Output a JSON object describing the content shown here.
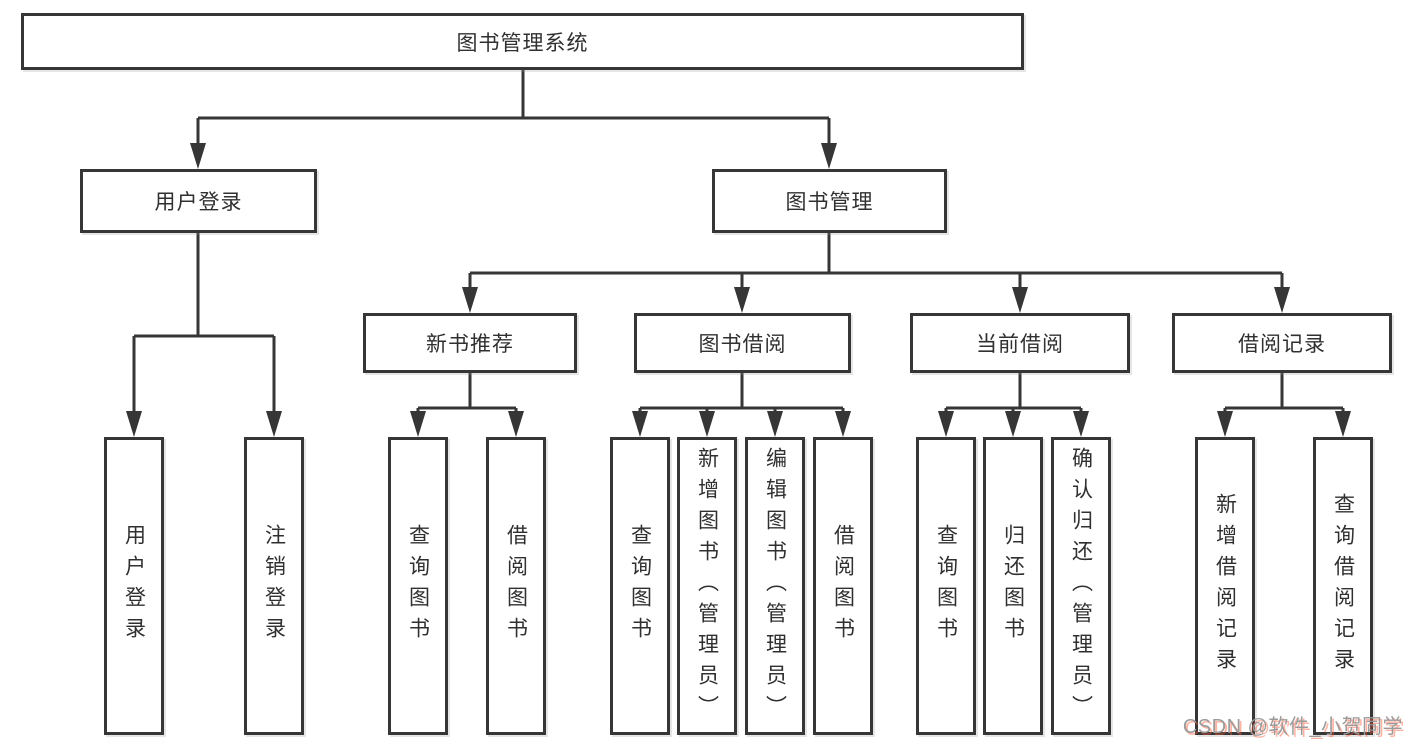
{
  "tree": {
    "root": {
      "label": "图书管理系统"
    },
    "branches": [
      {
        "label": "用户登录",
        "children": [
          "用户登录",
          "注销登录"
        ]
      },
      {
        "label": "图书管理",
        "sections": [
          {
            "label": "新书推荐",
            "children": [
              "查询图书",
              "借阅图书"
            ]
          },
          {
            "label": "图书借阅",
            "children": [
              "查询图书",
              "新增图书（管理员）",
              "编辑图书（管理员）",
              "借阅图书"
            ]
          },
          {
            "label": "当前借阅",
            "children": [
              "查询图书",
              "归还图书",
              "确认归还（管理员）"
            ]
          },
          {
            "label": "借阅记录",
            "children": [
              "新增借阅记录",
              "查询借阅记录"
            ]
          }
        ]
      }
    ]
  },
  "watermark": {
    "text": "CSDN @软件_小贺同学"
  },
  "colors": {
    "line": "#363636",
    "box_border": "#363636",
    "text": "#303030",
    "background": "#ffffff",
    "watermark_gray": "#9b9b9b",
    "watermark_accent": "#fc5531"
  }
}
